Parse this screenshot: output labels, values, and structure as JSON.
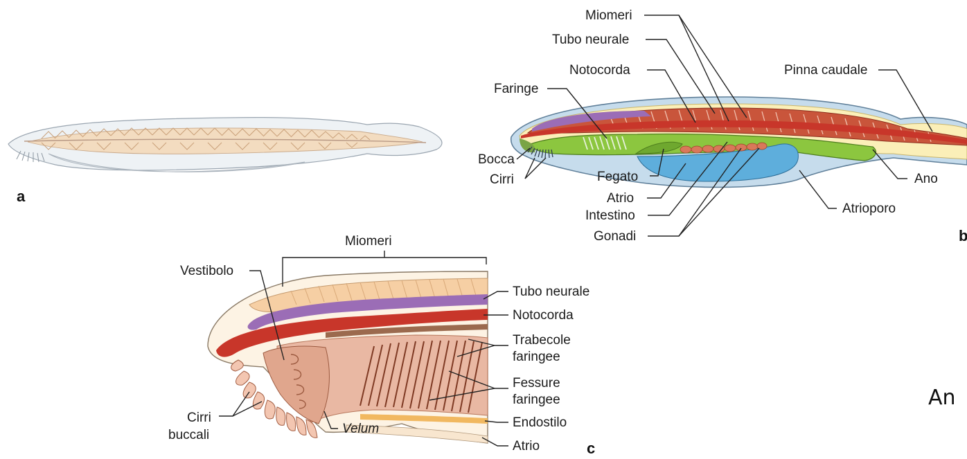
{
  "panels": {
    "a": "a",
    "b": "b",
    "c": "c"
  },
  "panel_b_labels": {
    "miomeri": "Miomeri",
    "tubo_neurale": "Tubo neurale",
    "notocorda": "Notocorda",
    "faringe": "Faringe",
    "pinna_caudale": "Pinna caudale",
    "bocca": "Bocca",
    "cirri": "Cirri",
    "fegato": "Fegato",
    "atrio": "Atrio",
    "intestino": "Intestino",
    "gonadi": "Gonadi",
    "ano": "Ano",
    "atrioporo": "Atrioporo"
  },
  "panel_c_labels": {
    "miomeri": "Miomeri",
    "vestibolo": "Vestibolo",
    "tubo_neurale": "Tubo neurale",
    "notocorda": "Notocorda",
    "trabecole_1": "Trabecole",
    "trabecole_2": "faringee",
    "fessure_1": "Fessure",
    "fessure_2": "faringee",
    "cirri_1": "Cirri",
    "cirri_2": "buccali",
    "endostilo": "Endostilo",
    "velum": "Velum",
    "atrio": "Atrio"
  },
  "cropped_text": "An",
  "colors": {
    "skin_outer": "#d6e3ef",
    "fin_cream": "#fbefb8",
    "muscle": "#c9553b",
    "notochord": "#c8362a",
    "neural_tube": "#9b6db6",
    "pharynx_green": "#8cc63f",
    "atrium_blue": "#5eaedc",
    "gonad": "#d9785a",
    "tissue_pink": "#e9b8a3",
    "myomere_tan": "#f6cfa4",
    "endostyle": "#f1b860"
  }
}
